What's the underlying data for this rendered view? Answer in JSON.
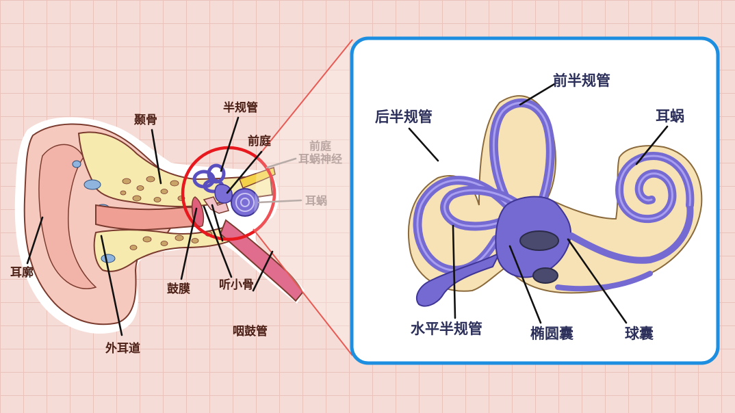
{
  "ear_labels": {
    "pinna": "耳廓",
    "ear_canal": "外耳道",
    "temporal_bone": "颞骨",
    "eardrum": "鼓膜",
    "ossicles": "听小骨",
    "semicircular_canals": "半规管",
    "vestibule": "前庭",
    "eustachian_tube": "咽鼓管",
    "vestibulocochlear_nerve_line1": "前庭",
    "vestibulocochlear_nerve_line2": "耳蜗神经",
    "cochlea_small": "耳蜗"
  },
  "inner_labels": {
    "anterior_canal": "前半规管",
    "posterior_canal": "后半规管",
    "cochlea": "耳蜗",
    "horizontal_canal": "水平半规管",
    "utricle": "椭圆囊",
    "saccule": "球囊"
  },
  "colors": {
    "background": "#f6dcd6",
    "grid": "#e9c3bb",
    "panel_border": "#1e8fe0",
    "highlight_circle": "#e8191e",
    "labyrinth_purple": "#7569d2",
    "bone_yellow": "#f7eaaf",
    "skin_pink": "#f6c9bf"
  }
}
